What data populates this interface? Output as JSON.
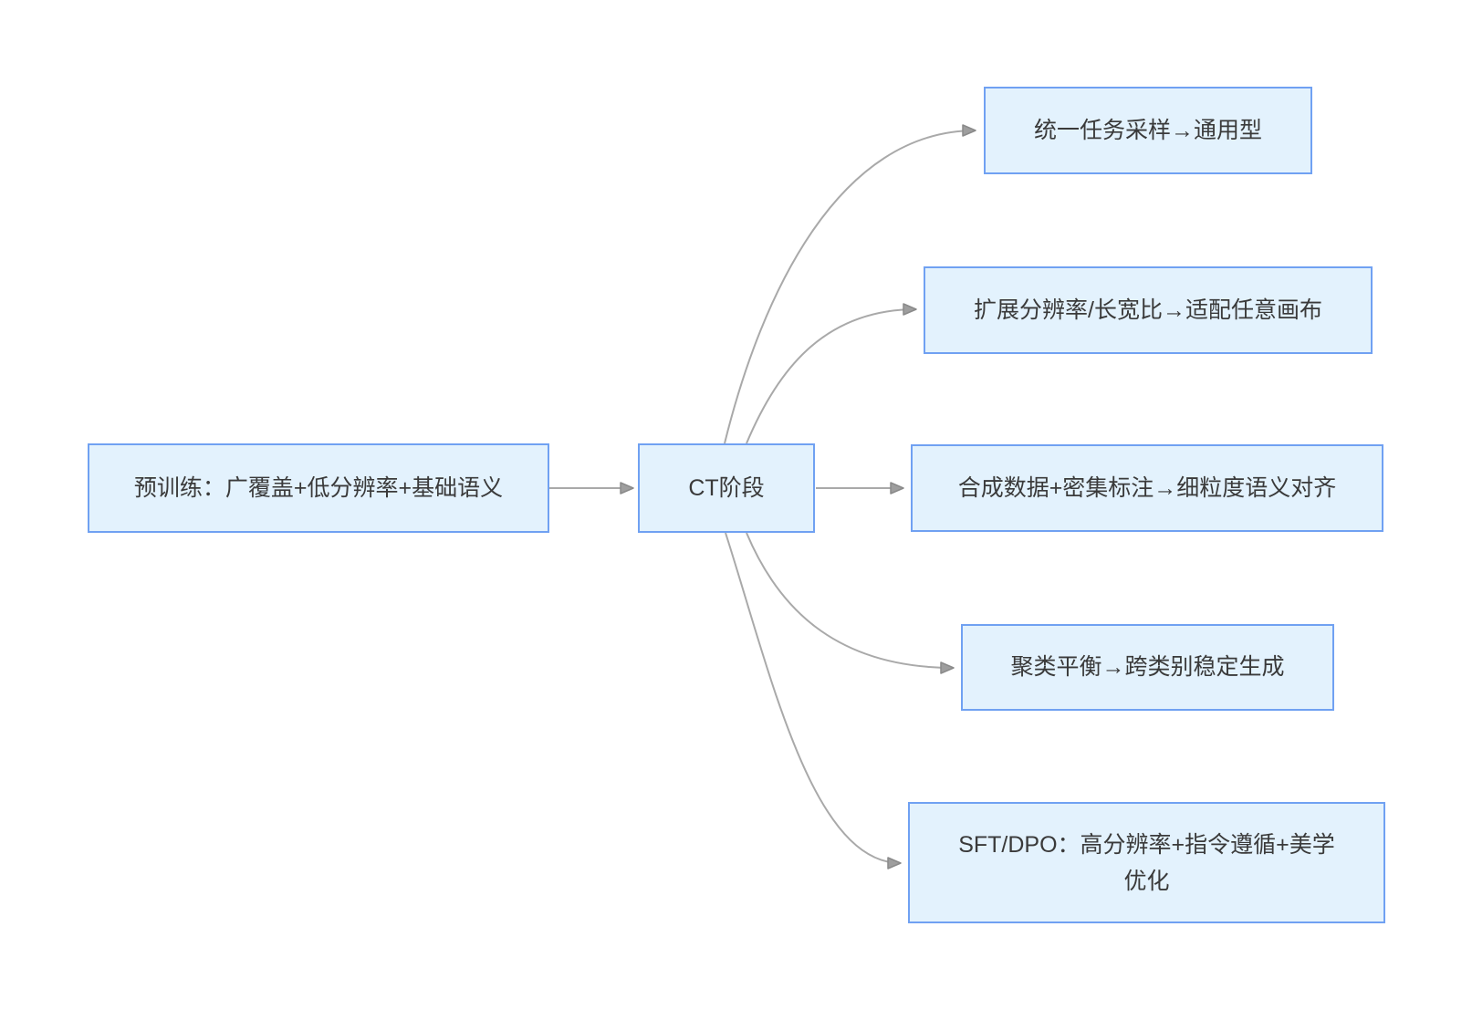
{
  "diagram": {
    "type": "flowchart",
    "colors": {
      "background": "#ffffff",
      "node_fill": "#e3f2fd",
      "node_border": "#70a1f2",
      "node_text": "#3a3a3a",
      "connector_line": "#a9a9a9",
      "arrowhead_fill": "#9e9e9e"
    },
    "nodes": [
      {
        "id": "pretrain",
        "label": "预训练：广覆盖+低分辨率+基础语义"
      },
      {
        "id": "ct",
        "label": "CT阶段"
      },
      {
        "id": "unified",
        "label": "统一任务采样→通用型"
      },
      {
        "id": "resolution",
        "label": "扩展分辨率/长宽比→适配任意画布"
      },
      {
        "id": "synthetic",
        "label": "合成数据+密集标注→细粒度语义对齐"
      },
      {
        "id": "cluster",
        "label": "聚类平衡→跨类别稳定生成"
      },
      {
        "id": "sftdpo",
        "label": "SFT/DPO：高分辨率+指令遵循+美学优化",
        "lines": [
          "SFT/DPO：高分辨率+指令遵循+美学",
          "优化"
        ]
      }
    ],
    "edges": [
      {
        "from": "pretrain",
        "to": "ct"
      },
      {
        "from": "ct",
        "to": "unified"
      },
      {
        "from": "ct",
        "to": "resolution"
      },
      {
        "from": "ct",
        "to": "synthetic"
      },
      {
        "from": "ct",
        "to": "cluster"
      },
      {
        "from": "ct",
        "to": "sftdpo"
      }
    ]
  }
}
